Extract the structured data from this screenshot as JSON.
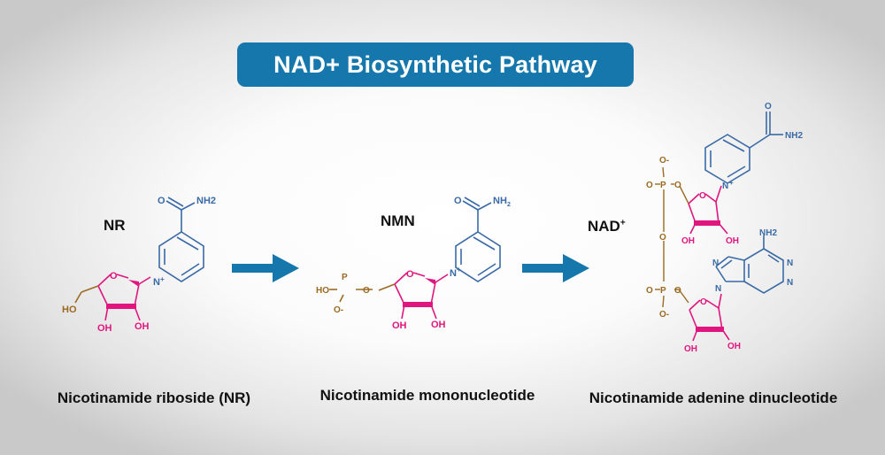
{
  "title": "NAD+ Biosynthetic Pathway",
  "molecules": [
    {
      "label": "NR",
      "caption": "Nicotinamide riboside (NR)"
    },
    {
      "label": "NMN",
      "caption": "Nicotinamide mononucleotide"
    },
    {
      "label": "NAD",
      "label_sup": "+",
      "caption": "Nicotinamide adenine dinucleotide"
    }
  ],
  "atoms": {
    "amide_n": "NH2",
    "amide_o": "O",
    "ring_n": "N",
    "plus": "+",
    "hydroxyl": "OH",
    "ho": "HO",
    "phosphorus": "P",
    "phosphate_o": "O",
    "oxide": "O-",
    "nh": "NH",
    "sub2": "2",
    "adenine_nh2": "NH2"
  },
  "colors": {
    "banner": "#1677ad",
    "arrow": "#1677ad",
    "nicotinamide": "#3a6aa6",
    "ribose": "#e0157e",
    "phosphate": "#9a6a22",
    "text": "#111111"
  }
}
